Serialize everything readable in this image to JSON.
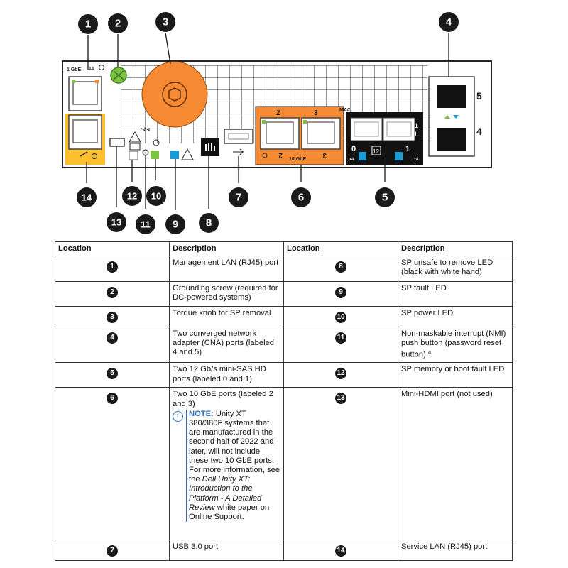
{
  "diagram": {
    "labels": {
      "one_gbe": "1 GbE",
      "mac": "MAC:",
      "ten_gbe": "10 GbE",
      "port_2": "2",
      "port_3": "3",
      "port_2_flipped": "2",
      "port_3_flipped": "3",
      "sas_0": "0",
      "sas_1": "1",
      "sas_x4_a": "x4",
      "sas_x4_b": "x4",
      "sas_12": "12",
      "cna_5": "5",
      "cna_4": "4",
      "sfp_1": "1",
      "sfp_l": "L"
    },
    "callouts": [
      {
        "n": "1"
      },
      {
        "n": "2"
      },
      {
        "n": "3"
      },
      {
        "n": "4"
      },
      {
        "n": "5"
      },
      {
        "n": "6"
      },
      {
        "n": "7"
      },
      {
        "n": "8"
      },
      {
        "n": "9"
      },
      {
        "n": "10"
      },
      {
        "n": "11"
      },
      {
        "n": "12"
      },
      {
        "n": "13"
      },
      {
        "n": "14"
      }
    ],
    "colors": {
      "orange": "#f58a33",
      "yellow": "#fdbf2d",
      "green_led": "#7dc242",
      "blue_led": "#1b9ad6",
      "grid": "#2b2b2b"
    }
  },
  "table": {
    "headers": {
      "location_a": "Location",
      "description_a": "Description",
      "location_b": "Location",
      "description_b": "Description"
    },
    "rows": [
      {
        "left": {
          "num": "1",
          "desc": "Management LAN (RJ45) port"
        },
        "right": {
          "num": "8",
          "desc": "SP unsafe to remove LED (black with white hand)"
        }
      },
      {
        "left": {
          "num": "2",
          "desc": "Grounding screw (required for DC-powered systems)"
        },
        "right": {
          "num": "9",
          "desc": "SP fault LED"
        }
      },
      {
        "left": {
          "num": "3",
          "desc": "Torque knob for SP removal"
        },
        "right": {
          "num": "10",
          "desc": "SP power LED"
        }
      },
      {
        "left": {
          "num": "4",
          "desc": "Two converged network adapter (CNA) ports (labeled 4 and 5)"
        },
        "right": {
          "num": "11",
          "desc": "Non-maskable interrupt (NMI) push button (password reset button)",
          "sup": "a"
        }
      },
      {
        "left": {
          "num": "5",
          "desc": "Two 12 Gb/s mini-SAS HD ports (labeled 0 and 1)"
        },
        "right": {
          "num": "12",
          "desc": "SP memory or boot fault LED"
        }
      },
      {
        "left": {
          "num": "6",
          "desc": "Two 10 GbE ports (labeled 2 and 3)",
          "note": {
            "head": "NOTE:",
            "pre": " Unity XT 380/380F systems that are manufactured in the second half of 2022 and later, will not include these two 10 GbE ports. For more information, see the ",
            "ital": "Dell Unity XT: Introduction to the Platform - A Detailed Review",
            "post": " white paper on Online Support."
          }
        },
        "right": {
          "num": "13",
          "desc": "Mini-HDMI port (not used)"
        }
      },
      {
        "left": {
          "num": "7",
          "desc": "USB 3.0 port"
        },
        "right": {
          "num": "14",
          "desc": "Service LAN (RJ45) port"
        }
      }
    ]
  }
}
